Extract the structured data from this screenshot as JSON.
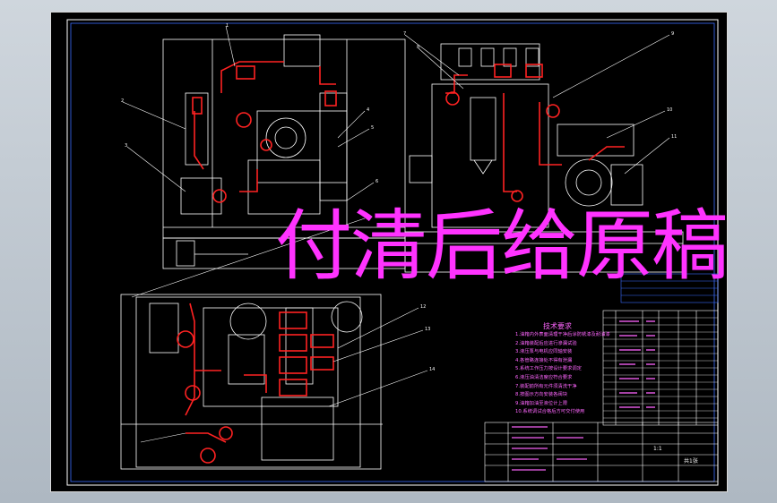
{
  "watermark": {
    "text": "付清后给原稿",
    "color": "#ff33ff"
  },
  "notes": {
    "title": "技术要求",
    "lines": [
      "1.油箱内外表面清理干净后涂防锈漆及耐油漆",
      "2.油箱装配后应进行渗漏试验",
      "3.液压泵与电机应同轴安装",
      "4.各管路连接处不得有泄漏",
      "5.系统工作压力按设计要求调定",
      "6.液压油清洁度应符合要求",
      "7.装配前所有元件须清洗干净",
      "8.按图示方向安装各阀块",
      "9.油箱加油至液位计上限",
      "10.系统调试合格后方可交付使用"
    ]
  },
  "title_block": {
    "scale": "1:1",
    "sheet": "共1张"
  },
  "colors": {
    "background": "#000000",
    "frame": "#ffffff",
    "outline": "#ffffff",
    "pipes": "#ff2222",
    "leaders": "#00ffff",
    "notes": "#ff66ff",
    "table_text": "#ff66ff",
    "title_block_accent": "#3a6cff"
  }
}
